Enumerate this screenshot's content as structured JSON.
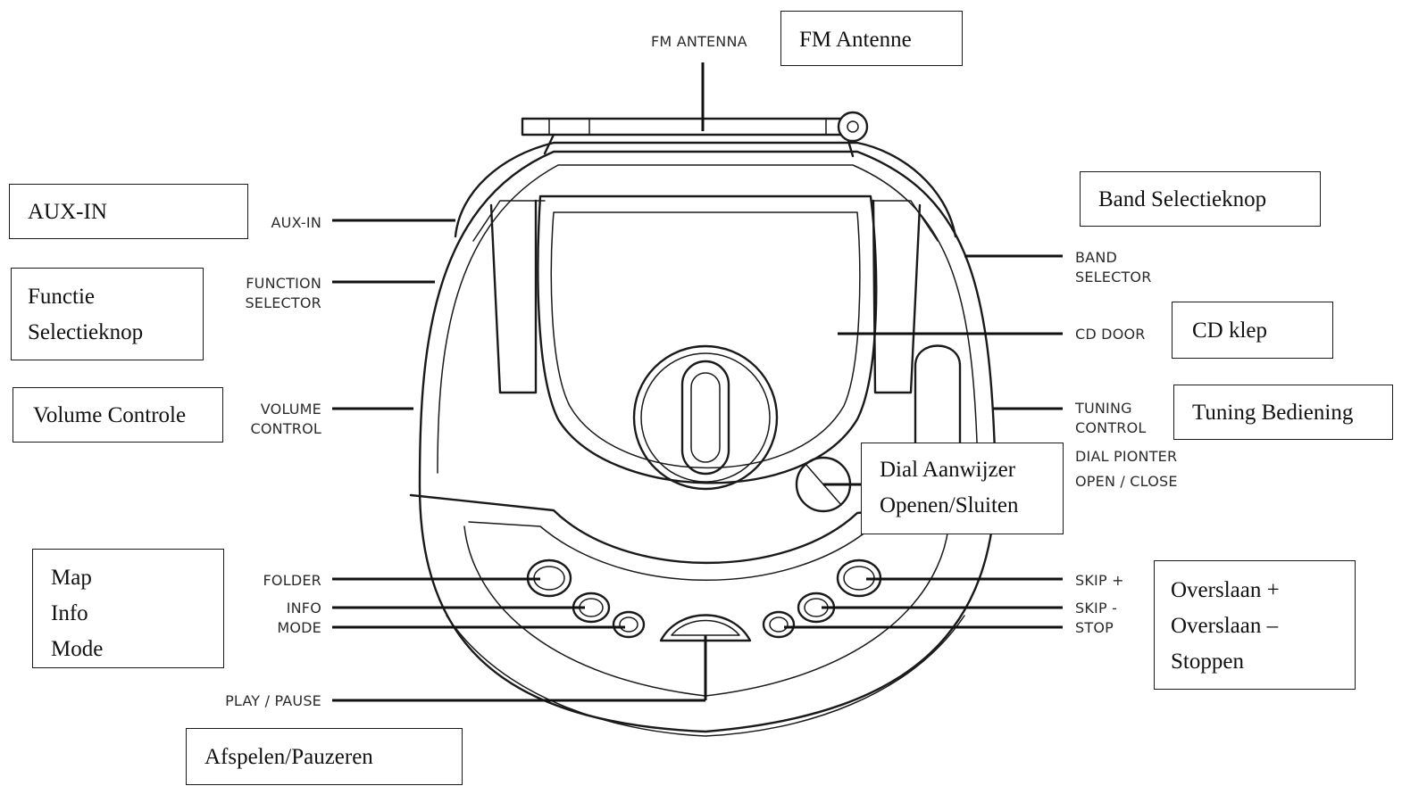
{
  "labels": {
    "fm_antenna": "FM ANTENNA",
    "aux_in": "AUX-IN",
    "function_selector": [
      "FUNCTION",
      "SELECTOR"
    ],
    "volume_control": [
      "VOLUME",
      "CONTROL"
    ],
    "folder": "FOLDER",
    "info": "INFO",
    "mode": "MODE",
    "play_pause": "PLAY / PAUSE",
    "band_selector": [
      "BAND",
      "SELECTOR"
    ],
    "cd_door": "CD DOOR",
    "tuning_control": [
      "TUNING",
      "CONTROL"
    ],
    "dial_pointer": "DIAL PIONTER",
    "open_close": "OPEN / CLOSE",
    "skip_plus": "SKIP +",
    "skip_minus": "SKIP -",
    "stop": "STOP"
  },
  "translations": {
    "fm_antenna": "FM Antenne",
    "aux_in": "AUX-IN",
    "function_selector": [
      "Functie",
      "Selectieknop"
    ],
    "volume_control": "Volume Controle",
    "band_selector": "Band Selectieknop",
    "cd_door": "CD klep",
    "tuning_control": "Tuning Bediening",
    "dial_pointer": [
      "Dial Aanwijzer",
      "Openen/Sluiten"
    ],
    "folder_info_mode": [
      "Map",
      "Info",
      "Mode"
    ],
    "skip_stop": [
      "Overslaan +",
      "Overslaan –",
      "Stoppen"
    ],
    "play_pause": "Afspelen/Pauzeren"
  }
}
